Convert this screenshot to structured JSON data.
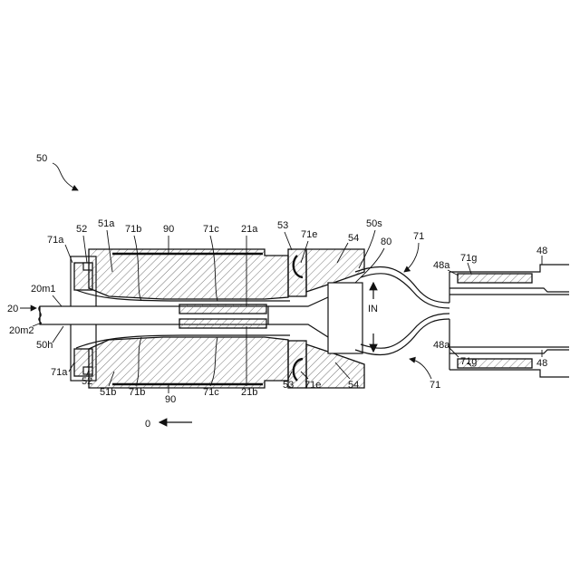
{
  "figure": {
    "ref_assembly": "50",
    "labels": {
      "l71a_top": "71a",
      "l52_top": "52",
      "l51a": "51a",
      "l71b_top": "71b",
      "l90_top": "90",
      "l71c_top": "71c",
      "l21a": "21a",
      "l53_top": "53",
      "l71e_top": "71e",
      "l54_top": "54",
      "l50s": "50s",
      "l80": "80",
      "l71_top": "71",
      "l48a_top": "48a",
      "l71g_top": "71g",
      "l48_top": "48",
      "l20m1": "20m1",
      "l20": "20",
      "l20m2": "20m2",
      "l50h": "50h",
      "lIN": "IN",
      "l71a_bot": "71a",
      "l52_bot": "52",
      "l51b": "51b",
      "l71b_bot": "71b",
      "l90_bot": "90",
      "l71c_bot": "71c",
      "l21b": "21b",
      "l53_bot": "53",
      "l71e_bot": "71e",
      "l54_bot": "54",
      "l71_bot": "71",
      "l48a_bot": "48a",
      "l71g_bot": "71g",
      "l48_bot": "48",
      "direction_label": "0"
    }
  }
}
